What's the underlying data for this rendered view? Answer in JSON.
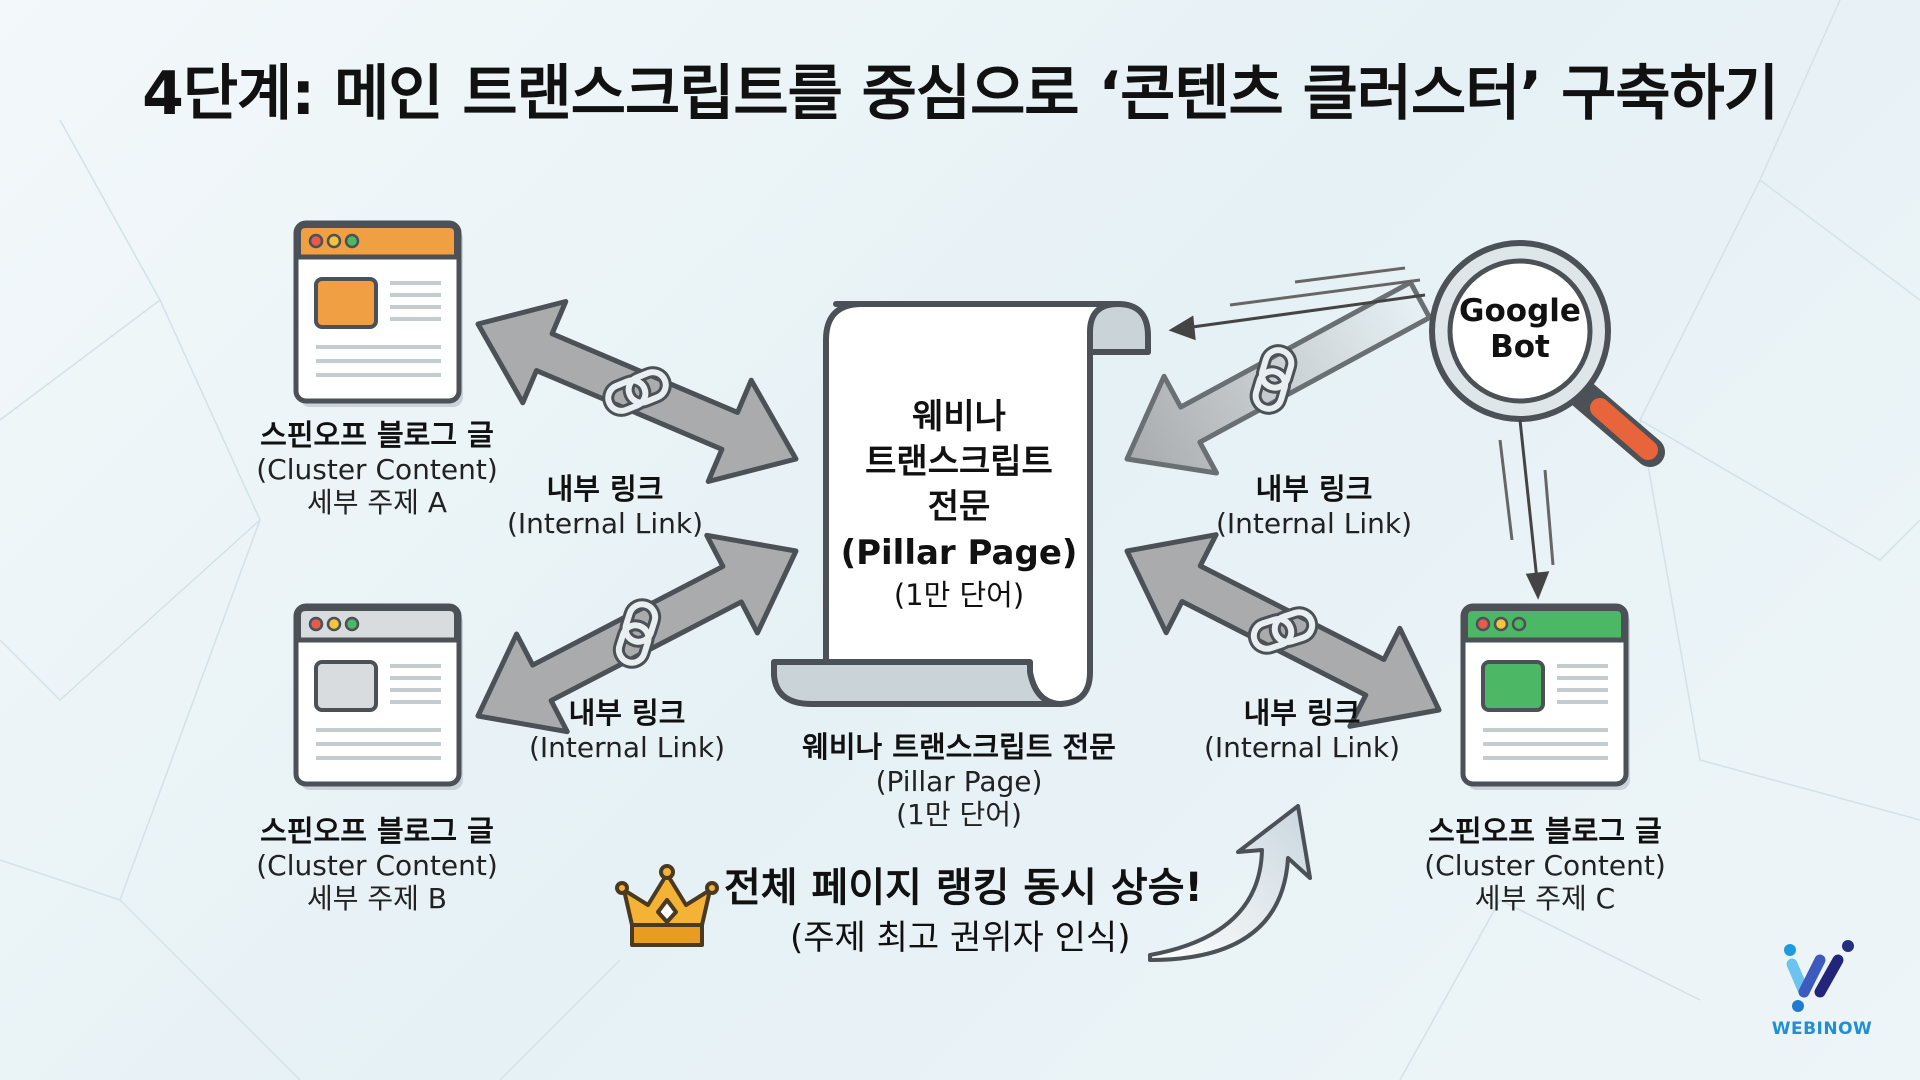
{
  "title": "4단계: 메인 트랜스크립트를 중심으로 ‘콘텐츠 클러스터’ 구축하기",
  "pillar": {
    "line1": "웨비나",
    "line2": "트랜스크립트",
    "line3": "전문",
    "line4": "(Pillar Page)",
    "line5": "(1만 단어)"
  },
  "pillar_caption": {
    "line1": "웨비나 트랜스크립트 전문",
    "line2": "(Pillar Page)",
    "line3": "(1만 단어)"
  },
  "clusters": [
    {
      "title": "스핀오프 블로그 글",
      "sub": "(Cluster Content)",
      "topic": "세부 주제 A",
      "color": "#f0a043"
    },
    {
      "title": "스핀오프 블로그 글",
      "sub": "(Cluster Content)",
      "topic": "세부 주제 B",
      "color": "#d9dcde"
    },
    {
      "title": "스핀오프 블로그 글",
      "sub": "(Cluster Content)",
      "topic": "세부 주제 C",
      "color": "#4cb865"
    }
  ],
  "links": [
    {
      "ko": "내부 링크",
      "en": "(Internal Link)"
    },
    {
      "ko": "내부 링크",
      "en": "(Internal Link)"
    },
    {
      "ko": "내부 링크",
      "en": "(Internal Link)"
    },
    {
      "ko": "내부 링크",
      "en": "(Internal Link)"
    }
  ],
  "googlebot": {
    "line1": "Google",
    "line2": "Bot"
  },
  "result": {
    "headline": "전체 페이지 랭킹 동시 상승!",
    "sub": "(주제 최고 권위자 인식)",
    "icon": "crown-icon"
  },
  "logo": {
    "text": "WEBINOW"
  }
}
